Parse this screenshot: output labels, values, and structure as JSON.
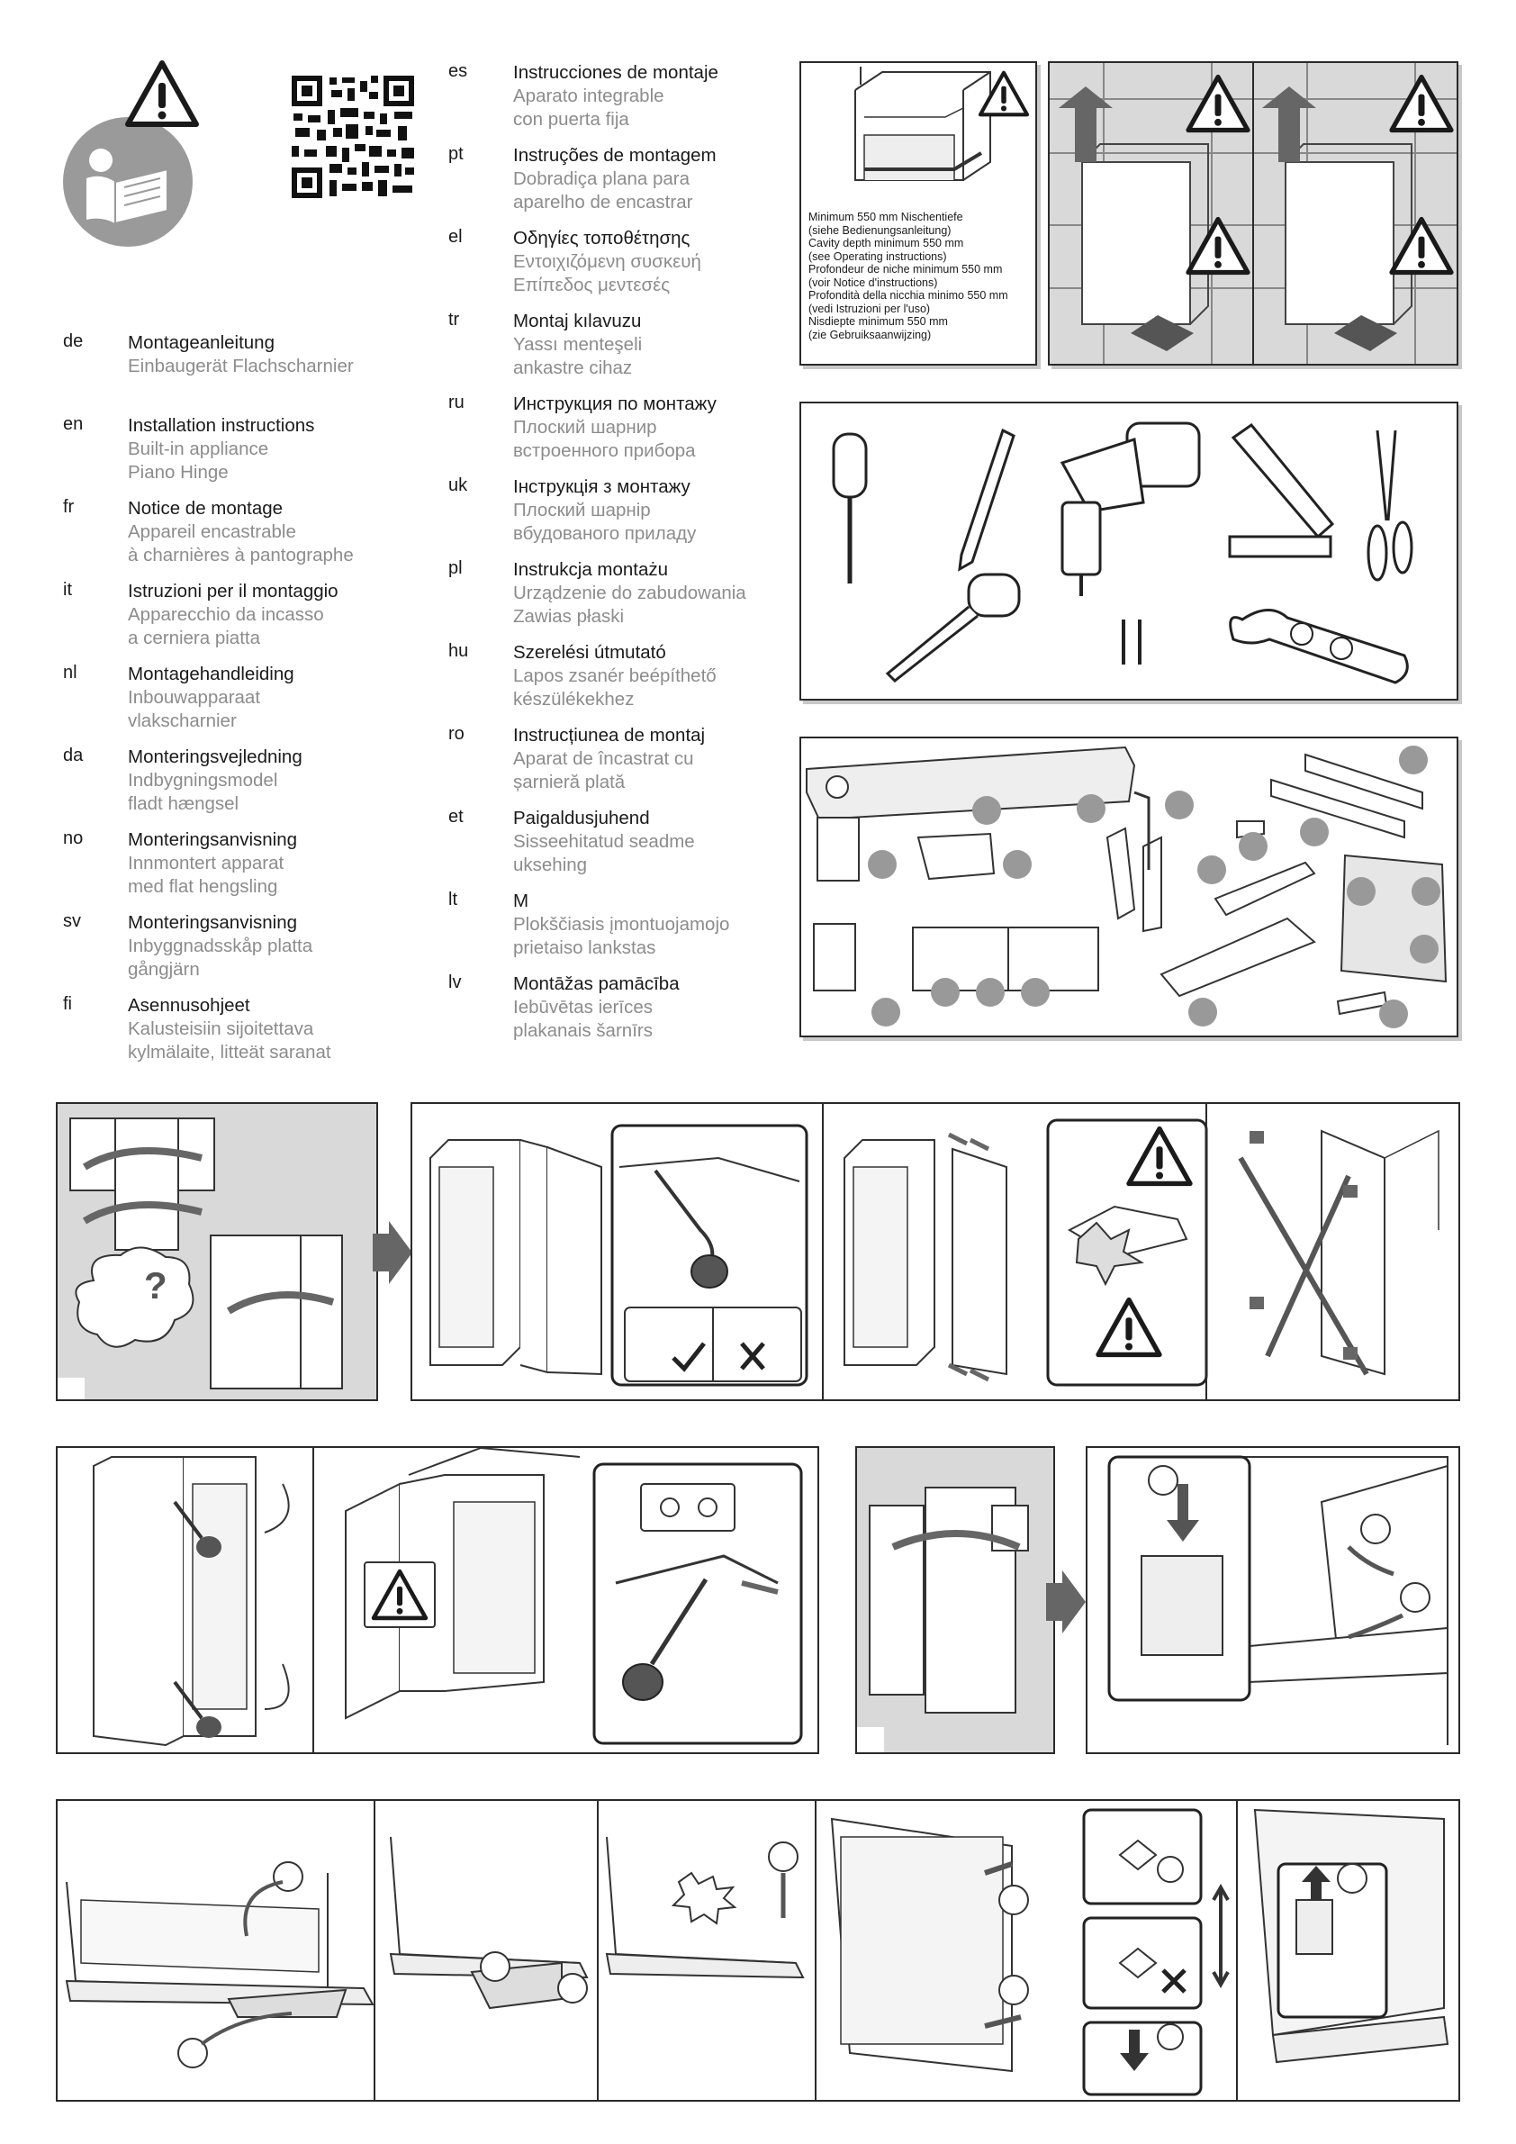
{
  "languages_left": [
    {
      "code": "de",
      "title": "Montageanleitung",
      "sub": [
        "Einbaugerät Flachscharnier"
      ]
    },
    {
      "code": "en",
      "title": "Installation instructions",
      "sub": [
        "Built-in appliance",
        "Piano Hinge"
      ]
    },
    {
      "code": "fr",
      "title": "Notice de montage",
      "sub": [
        "Appareil encastrable",
        "à charnières à pantographe"
      ]
    },
    {
      "code": "it",
      "title": "Istruzioni per il montaggio",
      "sub": [
        "Apparecchio da incasso",
        "a cerniera piatta"
      ]
    },
    {
      "code": "nl",
      "title": "Montagehandleiding",
      "sub": [
        "Inbouwapparaat",
        "vlakscharnier"
      ]
    },
    {
      "code": "da",
      "title": "Monteringsvejledning",
      "sub": [
        "Indbygningsmodel",
        "fladt hængsel"
      ]
    },
    {
      "code": "no",
      "title": "Monteringsanvisning",
      "sub": [
        "Innmontert apparat",
        "med flat hengsling"
      ]
    },
    {
      "code": "sv",
      "title": "Monteringsanvisning",
      "sub": [
        "Inbyggnadsskåp platta",
        "gångjärn"
      ]
    },
    {
      "code": "fi",
      "title": "Asennusohjeet",
      "sub": [
        "Kalusteisiin sijoitettava",
        "kylmälaite, litteät saranat"
      ]
    }
  ],
  "languages_right": [
    {
      "code": "es",
      "title": "Instrucciones de montaje",
      "sub": [
        "Aparato integrable",
        "con puerta fija"
      ]
    },
    {
      "code": "pt",
      "title": "Instruções de montagem",
      "sub": [
        "Dobradiça plana para",
        "aparelho de encastrar"
      ]
    },
    {
      "code": "el",
      "title": "Οδηγίες τοποθέτησης",
      "sub": [
        "Εντοιχιζόμενη συσκευή",
        "Επίπεδος μεντεσές"
      ]
    },
    {
      "code": "tr",
      "title": "Montaj kılavuzu",
      "sub": [
        "Yassı menteşeli",
        "ankastre cihaz"
      ]
    },
    {
      "code": "ru",
      "title": "Инструкция по монтажу",
      "sub": [
        "Плоский шарнир",
        "встроенного прибора"
      ]
    },
    {
      "code": "uk",
      "title": "Інструкція з монтажу",
      "sub": [
        "Плоский шарнір",
        "вбудованого приладу"
      ]
    },
    {
      "code": "pl",
      "title": "Instrukcja montażu",
      "sub": [
        "Urządzenie do zabudowania",
        "Zawias płaski"
      ]
    },
    {
      "code": "hu",
      "title": "Szerelési útmutató",
      "sub": [
        "Lapos zsanér beépíthető",
        "készülékekhez"
      ]
    },
    {
      "code": "ro",
      "title": "Instrucțiunea de montaj",
      "sub": [
        "Aparat de încastrat cu",
        "șarnieră plată"
      ]
    },
    {
      "code": "et",
      "title": "Paigaldusjuhend",
      "sub": [
        "Sisseehitatud seadme",
        "uksehing"
      ]
    },
    {
      "code": "lt",
      "title": "M",
      "sub": [
        "Plokščiasis įmontuojamojo",
        "prietaiso lankstas"
      ]
    },
    {
      "code": "lv",
      "title": "Montāžas pamācība",
      "sub": [
        "Iebūvētas ierīces",
        "plakanais šarnīrs"
      ]
    }
  ],
  "cavity_note": [
    "Minimum 550 mm Nischentiefe",
    "(siehe Bedienungsanleitung)",
    "Cavity depth minimum 550 mm",
    "(see Operating instructions)",
    "Profondeur de niche minimum 550 mm",
    "(voir Notice d'instructions)",
    "Profondità della nicchia minimo 550 mm",
    "(vedi Istruzioni per l'uso)",
    "Nisdiepte minimum 550 mm",
    "(zie Gebruiksaanwijzing)"
  ],
  "icons": {
    "warning": "warning-triangle-icon",
    "manual": "read-manual-icon",
    "qr": "qr-code-icon",
    "question": "question-mark-icon",
    "cross": "cross-icon",
    "check": "check-icon"
  },
  "colors": {
    "text": "#1a1a1a",
    "subtext": "#8c8c8c",
    "panel_gray": "#d9d9d9",
    "arrow_gray": "#666666",
    "stroke": "#2a2a2a"
  }
}
